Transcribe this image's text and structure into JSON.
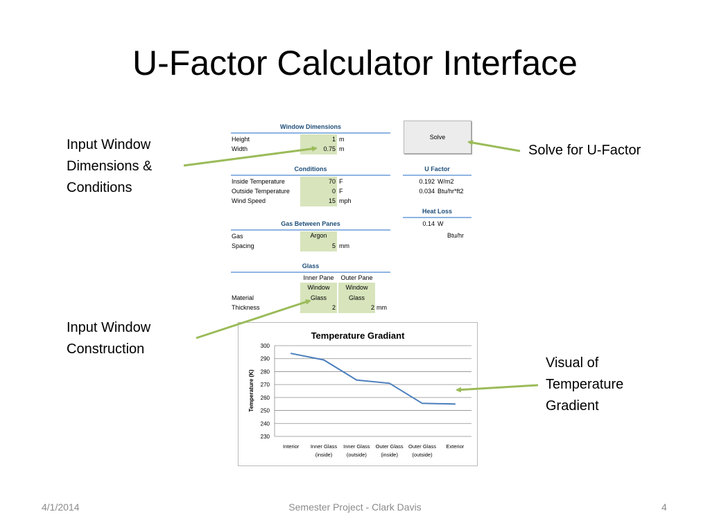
{
  "slide": {
    "title": "U-Factor Calculator Interface",
    "footer_date": "4/1/2014",
    "footer_center": "Semester Project - Clark Davis",
    "footer_page": "4"
  },
  "callouts": {
    "input_dims_line1": "Input Window",
    "input_dims_line2": "Dimensions &",
    "input_dims_line3": "Conditions",
    "solve_label": "Solve for U-Factor",
    "construction_line1": "Input Window",
    "construction_line2": "Construction",
    "visual_line1": "Visual of",
    "visual_line2": "Temperature",
    "visual_line3": "Gradient"
  },
  "spreadsheet": {
    "window_dimensions": {
      "title": "Window Dimensions",
      "rows": [
        {
          "label": "Height",
          "value": "1",
          "unit": "m"
        },
        {
          "label": "Width",
          "value": "0.75",
          "unit": "m"
        }
      ]
    },
    "conditions": {
      "title": "Conditions",
      "rows": [
        {
          "label": "Inside Temperature",
          "value": "70",
          "unit": "F"
        },
        {
          "label": "Outside Temperature",
          "value": "0",
          "unit": "F"
        },
        {
          "label": "Wind Speed",
          "value": "15",
          "unit": "mph"
        }
      ]
    },
    "gas_between_panes": {
      "title": "Gas Between Panes",
      "gas_label": "Gas",
      "gas_value": "Argon",
      "spacing_label": "Spacing",
      "spacing_value": "5",
      "spacing_unit": "mm"
    },
    "glass": {
      "title": "Glass",
      "inner_header": "Inner Pane",
      "outer_header": "Outer Pane",
      "material_label": "Material",
      "inner_material_1": "Window",
      "inner_material_2": "Glass",
      "outer_material_1": "Window",
      "outer_material_2": "Glass",
      "thickness_label": "Thickness",
      "inner_thickness": "2",
      "outer_thickness": "2",
      "thickness_unit": "mm"
    },
    "solve_button": "Solve",
    "u_factor": {
      "title": "U Factor",
      "rows": [
        {
          "value": "0.192",
          "unit": "W/m2"
        },
        {
          "value": "0.034",
          "unit": "Btu/hr*ft2"
        }
      ]
    },
    "heat_loss": {
      "title": "Heat Loss",
      "row1_value": "0.14",
      "row1_unit": "W",
      "row2_value": "",
      "row2_unit": "Btu/hr"
    }
  },
  "chart_data": {
    "type": "line",
    "title": "Temperature Gradiant",
    "xlabel": "",
    "ylabel": "Temperature (K)",
    "ylim": [
      230,
      300
    ],
    "yticks": [
      230,
      240,
      250,
      260,
      270,
      280,
      290,
      300
    ],
    "categories": [
      [
        "Interior"
      ],
      [
        "Inner Glass",
        "(inside)"
      ],
      [
        "Inner Glass",
        "(outside)"
      ],
      [
        "Outer Glass",
        "(inside)"
      ],
      [
        "Outer Glass",
        "(outside)"
      ],
      [
        "Exterior"
      ]
    ],
    "values": [
      294,
      289,
      273.5,
      271,
      255.5,
      255
    ],
    "grid": true,
    "line_color": "#4a7ebb"
  }
}
